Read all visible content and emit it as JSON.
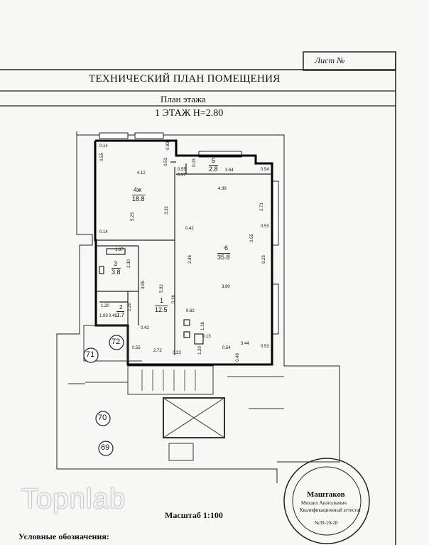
{
  "header": {
    "sheet_label": "Лист №",
    "title": "ТЕХНИЧЕСКИЙ ПЛАН ПОМЕЩЕНИЯ",
    "subtitle": "План этажа",
    "floor": "1 ЭТАЖ Н=2.80"
  },
  "rooms": [
    {
      "num": "4ж",
      "area": "18.8"
    },
    {
      "num": "5",
      "area": "2.8"
    },
    {
      "num": "6",
      "area": "35.8"
    },
    {
      "num": "3",
      "area": "3.8"
    },
    {
      "num": "1",
      "area": "12.5"
    },
    {
      "num": "2",
      "area": "1.7"
    }
  ],
  "dimensions": [
    "0.14",
    "0.55",
    "4.12",
    "5.23",
    "0.14",
    "0.53",
    "0.83",
    "3.32",
    "0.55",
    "0.57",
    "0.03",
    "3.64",
    "0.54",
    "4.39",
    "2.71",
    "0.53",
    "0.55",
    "9.25",
    "0.42",
    "2.36",
    "3.90",
    "1.67",
    "2.30",
    "3.85",
    "5.92",
    "5.26",
    "0.62",
    "1.16",
    "0.13",
    "0.42",
    "1.20",
    "0.54",
    "3.44",
    "0.53",
    "0.48",
    "0.55",
    "2.72",
    "0.33",
    "1.20",
    "1.03",
    "1.20",
    "0.48"
  ],
  "circles": [
    "71",
    "72",
    "70",
    "69"
  ],
  "stamp": {
    "name": "Маштаков",
    "patronymic": "Михаил Анатольевич",
    "qualification": "Квалификационный аттестат",
    "number": "№39-10-28"
  },
  "watermark": "Topnlab",
  "scale": "Масштаб 1:100",
  "legend_title": "Условные обозначения:"
}
